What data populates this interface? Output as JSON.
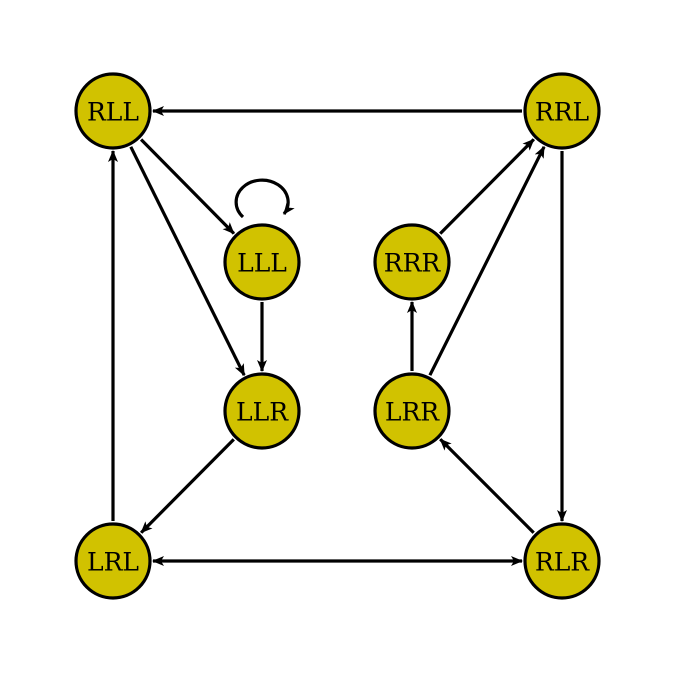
{
  "colors": {
    "node_fill": "#d1c200",
    "stroke": "#000000",
    "background": "#ffffff"
  },
  "nodes": [
    {
      "id": "RLL",
      "label": "RLL"
    },
    {
      "id": "RRL",
      "label": "RRL"
    },
    {
      "id": "LLL",
      "label": "LLL"
    },
    {
      "id": "RRR",
      "label": "RRR"
    },
    {
      "id": "LLR",
      "label": "LLR"
    },
    {
      "id": "LRR",
      "label": "LRR"
    },
    {
      "id": "LRL",
      "label": "LRL"
    },
    {
      "id": "RLR",
      "label": "RLR"
    }
  ],
  "edges": [
    {
      "from": "RRL",
      "to": "RLL"
    },
    {
      "from": "RLL",
      "to": "LLL"
    },
    {
      "from": "RLL",
      "to": "LLR"
    },
    {
      "from": "LLL",
      "to": "LLL",
      "self_loop": true
    },
    {
      "from": "LLL",
      "to": "LLR"
    },
    {
      "from": "LLR",
      "to": "LRL"
    },
    {
      "from": "LRL",
      "to": "RLL"
    },
    {
      "from": "LRL",
      "to": "RLR",
      "bidirectional": true
    },
    {
      "from": "RRL",
      "to": "RLR"
    },
    {
      "from": "RLR",
      "to": "LRR"
    },
    {
      "from": "LRR",
      "to": "RRR"
    },
    {
      "from": "LRR",
      "to": "RRL"
    },
    {
      "from": "RRR",
      "to": "RRL"
    }
  ]
}
